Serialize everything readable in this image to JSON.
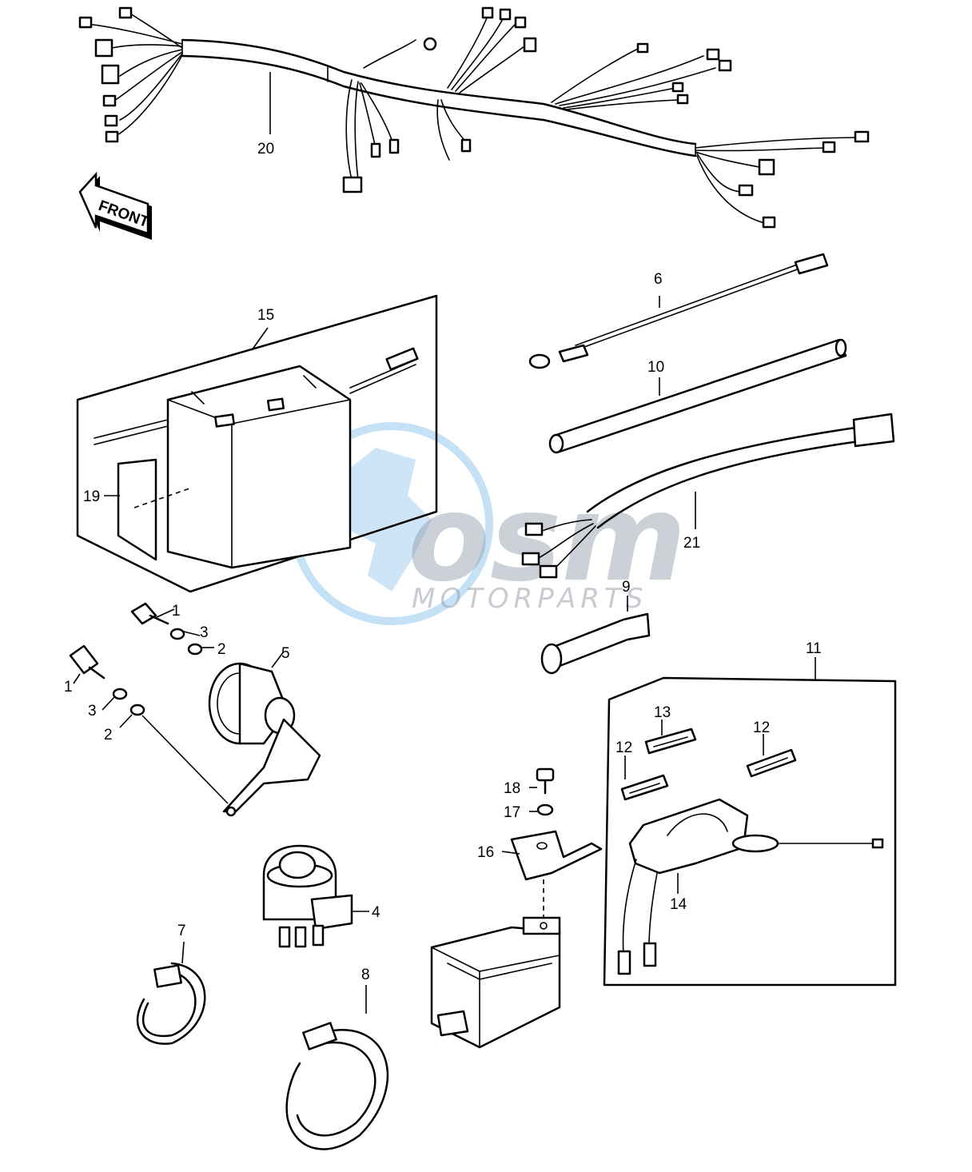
{
  "watermark": {
    "logo": "osm",
    "subtitle": "MOTORPARTS",
    "color": "#5aa9e6"
  },
  "front_arrow": "FRONT",
  "labels": {
    "p1a": "1",
    "p1b": "1",
    "p2a": "2",
    "p2b": "2",
    "p3a": "3",
    "p3b": "3",
    "p4": "4",
    "p5": "5",
    "p6": "6",
    "p7": "7",
    "p8": "8",
    "p9": "9",
    "p10": "10",
    "p11": "11",
    "p12a": "12",
    "p12b": "12",
    "p13": "13",
    "p14": "14",
    "p15": "15",
    "p16": "16",
    "p17": "17",
    "p18": "18",
    "p19": "19",
    "p20": "20",
    "p21": "21"
  }
}
